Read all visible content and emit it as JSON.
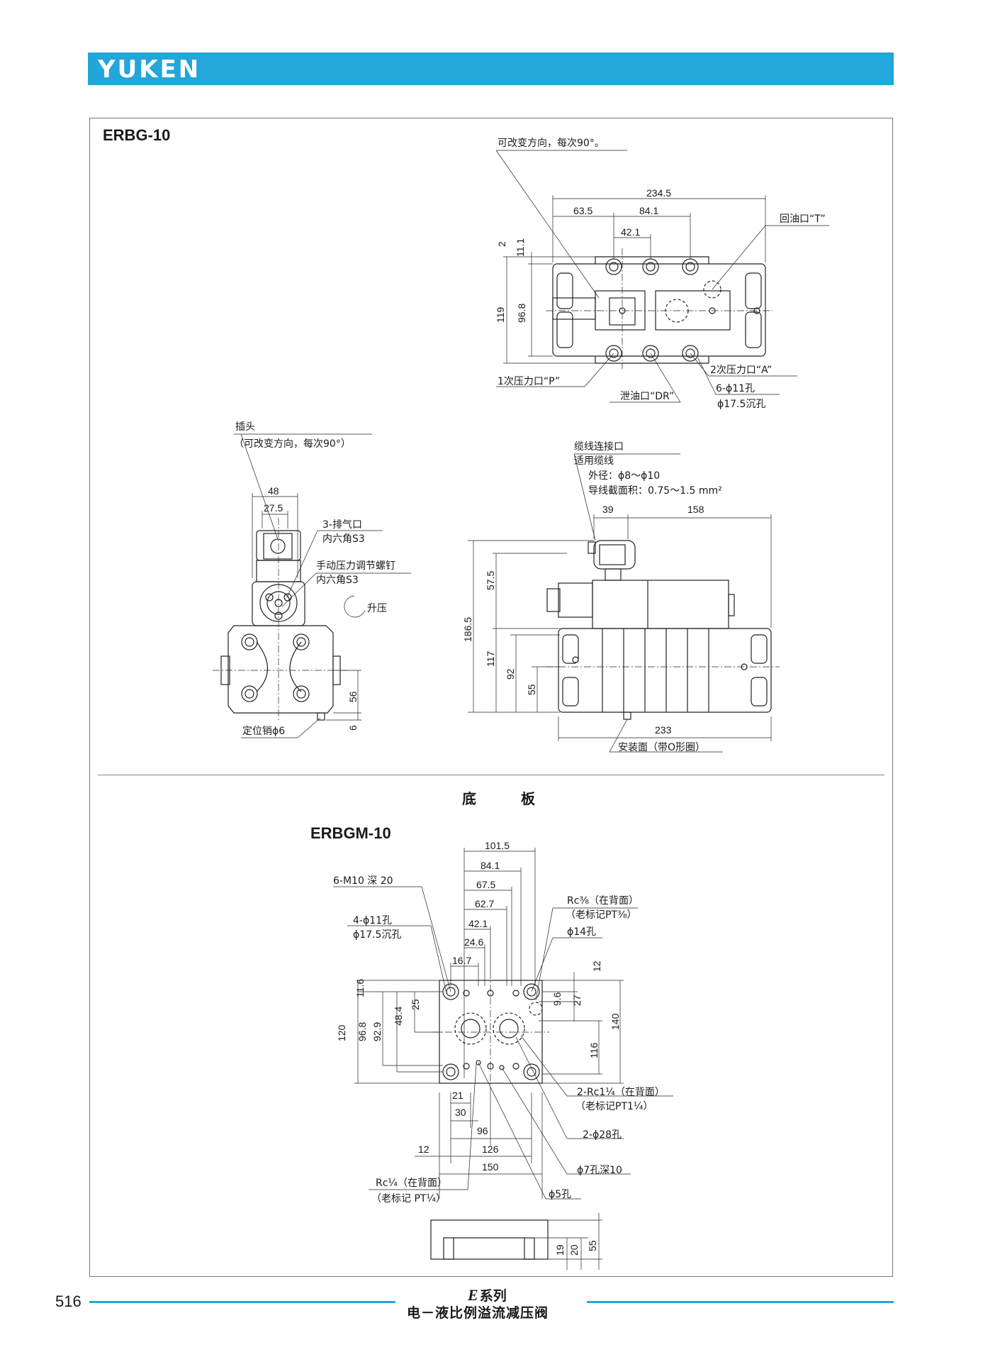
{
  "header": {
    "brand": "YUKEN"
  },
  "top_drawing": {
    "model": "ERBG-10",
    "top_view": {
      "rotate_note": "可改变方向，每次90°。",
      "dims_h": [
        "234.5",
        "63.5",
        "84.1",
        "42.1"
      ],
      "dims_v": [
        "2",
        "11.1",
        "119",
        "96.8"
      ],
      "port_t": "回油口“T”",
      "port_a": "2次压力口“A”",
      "port_p": "1次压力口“P”",
      "port_dr": "泄油口“DR”",
      "holes": "6-ϕ11孔",
      "counterbore": "ϕ17.5沉孔"
    },
    "side_view": {
      "plug": "插头",
      "plug_note": "（可改变方向，每次90°）",
      "dims_h": [
        "48",
        "27.5"
      ],
      "vent": "3-排气口",
      "vent_hex": "内六角S3",
      "adjust": "手动压力调节螺钉",
      "adjust_hex": "内六角S3",
      "raise": "升压",
      "dims_v": [
        "56",
        "6"
      ],
      "pin": "定位销ϕ6"
    },
    "front_view": {
      "cable_port": "缆线连接口",
      "cable_fit": "适用缆线",
      "cable_od": "外径：ϕ8～ϕ10",
      "cable_area": "导线截面积：0.75～1.5 mm²",
      "dims_h": [
        "39",
        "158",
        "233"
      ],
      "dims_v": [
        "57.5",
        "186.5",
        "117",
        "92",
        "55"
      ],
      "mount": "安装面（带O形圈）"
    }
  },
  "baseplate": {
    "section_title": "底 板",
    "model": "ERBGM-10",
    "dims_top": [
      "101.5",
      "84.1",
      "67.5",
      "62.7",
      "42.1",
      "24.6",
      "16.7"
    ],
    "tap": "6-M10 深 20",
    "holes": "4-ϕ11孔",
    "counterbore": "ϕ17.5沉孔",
    "rc38": "Rc³⁄₈（在背面）",
    "pt38": "（老标记PT³⁄₈）",
    "hole14": "ϕ14孔",
    "dims_left": [
      "11.6",
      "120",
      "96.8",
      "92.9",
      "48.4",
      "25"
    ],
    "dims_right": [
      "12",
      "9.6",
      "27",
      "116",
      "140"
    ],
    "rc114": "2-Rc1¼（在背面）",
    "pt114": "（老标记PT1¼）",
    "hole28": "2-ϕ28孔",
    "hole7": "ϕ7孔深10",
    "hole5": "ϕ5孔",
    "dims_bottom": [
      "21",
      "30",
      "96",
      "12",
      "126",
      "150"
    ],
    "rc14": "Rc¼（在背面）",
    "pt14": "（老标记 PT¼）",
    "side_dims": [
      "19",
      "20",
      "55"
    ]
  },
  "footer": {
    "page": "516",
    "series_letter": "E",
    "series": "系列",
    "title": "电－液比例溢流减压阀"
  }
}
